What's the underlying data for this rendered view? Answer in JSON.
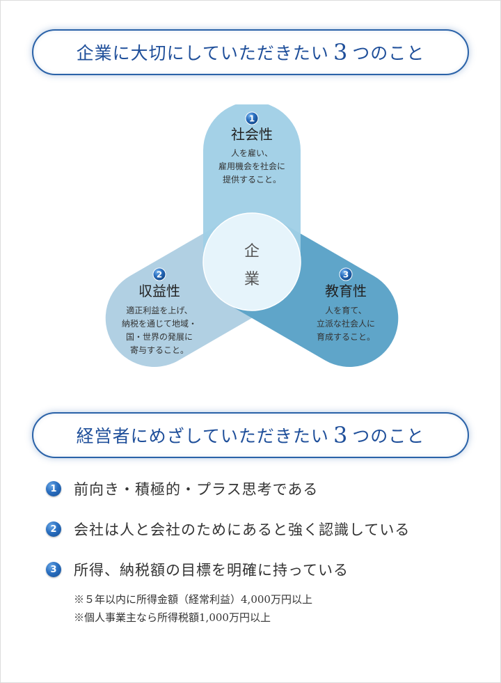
{
  "section1": {
    "title_before": "企業に大切にしていただきたい",
    "title_num": "3",
    "title_after": "つのこと"
  },
  "diagram": {
    "center": [
      "企",
      "業"
    ],
    "lobes": [
      {
        "num": "1",
        "title": "社会性",
        "lines": [
          "人を雇い、",
          "雇用機会を社会に",
          "提供すること。"
        ],
        "color": "#9fcfe6"
      },
      {
        "num": "2",
        "title": "収益性",
        "lines": [
          "適正利益を上げ、",
          "納税を通じて地域・",
          "国・世界の発展に",
          "寄与すること。"
        ],
        "color": "#a9cbe0"
      },
      {
        "num": "3",
        "title": "教育性",
        "lines": [
          "人を育て、",
          "立派な社会人に",
          "育成すること。"
        ],
        "color": "#5fa5c9"
      }
    ],
    "center_color": "#e6f4fb",
    "badge_color": "#2a6fc0"
  },
  "section2": {
    "title_before": "経営者にめざしていただきたい",
    "title_num": "3",
    "title_after": "つのこと"
  },
  "list": [
    {
      "num": "1",
      "text": "前向き・積極的・プラス思考である"
    },
    {
      "num": "2",
      "text": "会社は人と会社のためにあると強く認識している"
    },
    {
      "num": "3",
      "text": "所得、納税額の目標を明確に持っている"
    }
  ],
  "notes": [
    "※５年以内に所得金額（経常利益）4,000万円以上",
    "※個人事業主なら所得税額1,000万円以上"
  ],
  "colors": {
    "accent": "#1f4f9a",
    "text": "#333333"
  }
}
